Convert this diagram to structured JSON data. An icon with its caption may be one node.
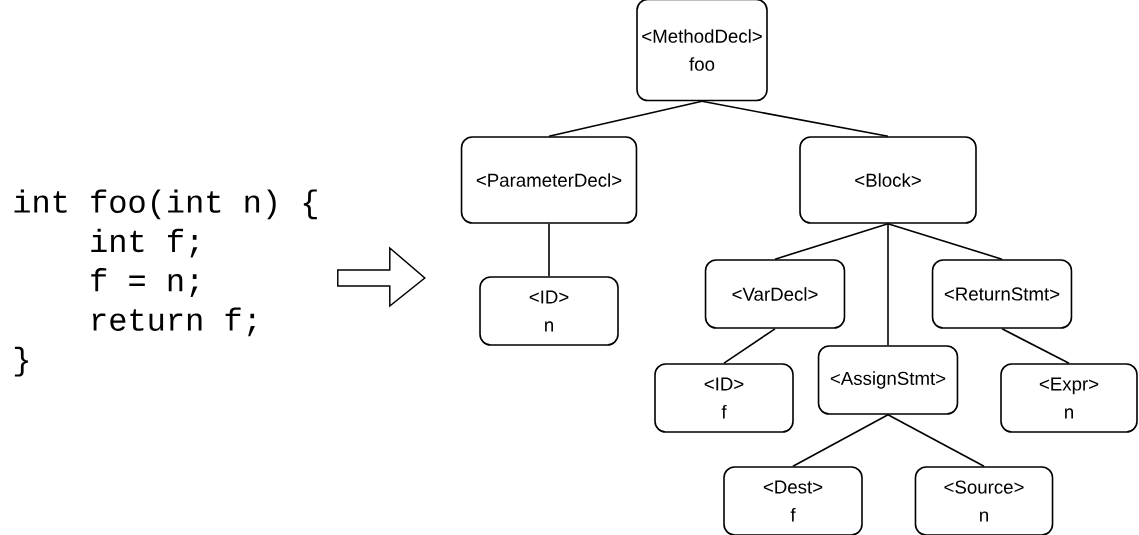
{
  "diagram": {
    "nodes": [
      {
        "text": [
          "int foo(int n) {",
          "int f;",
          "f = n;",
          "return f;",
          "}"
        ]
      },
      {
        "text": [
          "<MethodDecl>",
          "foo"
        ]
      },
      {
        "text": [
          "<ParameterDecl>"
        ]
      },
      {
        "text": [
          "<Block>"
        ]
      },
      {
        "text": [
          "<ID>",
          "n"
        ]
      },
      {
        "text": [
          "<VarDecl>"
        ]
      },
      {
        "text": [
          "<AssignStmt>"
        ]
      },
      {
        "text": [
          "<ReturnStmt>"
        ]
      },
      {
        "text": [
          "<ID>",
          "f"
        ]
      },
      {
        "text": [
          "<Expr>",
          "n"
        ]
      },
      {
        "text": [
          "<Dest>",
          "f"
        ]
      },
      {
        "text": [
          "<Source>",
          "n"
        ]
      }
    ],
    "edges": [
      {
        "from": 0,
        "to": null,
        "arrow": "to"
      },
      {
        "from": 1,
        "to": 2,
        "arrow": "none"
      },
      {
        "from": 1,
        "to": 3,
        "arrow": "none"
      },
      {
        "from": 2,
        "to": 4,
        "arrow": "none"
      },
      {
        "from": 3,
        "to": 5,
        "arrow": "none"
      },
      {
        "from": 3,
        "to": 6,
        "arrow": "none"
      },
      {
        "from": 3,
        "to": 7,
        "arrow": "none"
      },
      {
        "from": 5,
        "to": 8,
        "arrow": "none"
      },
      {
        "from": 7,
        "to": 9,
        "arrow": "none"
      },
      {
        "from": 6,
        "to": 10,
        "arrow": "none"
      },
      {
        "from": 6,
        "to": 11,
        "arrow": "none"
      }
    ]
  }
}
